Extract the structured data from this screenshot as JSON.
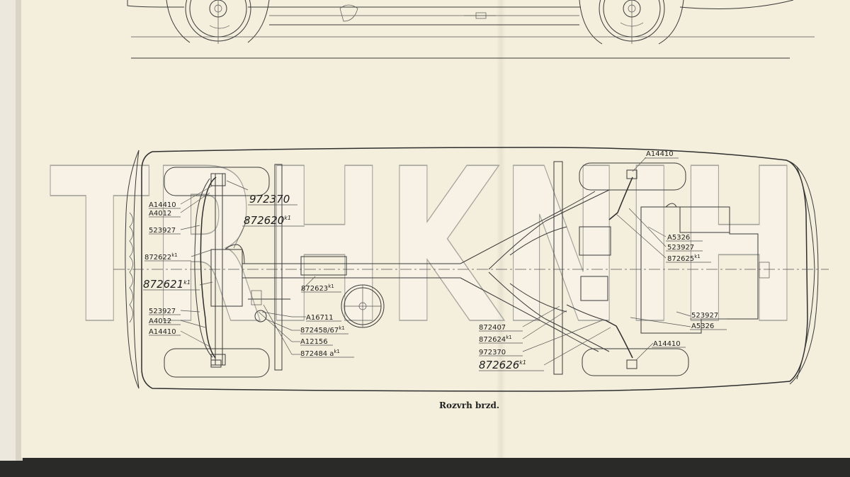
{
  "caption": "Rozvrh brzd.",
  "watermark": "TRHKNIH",
  "left_labels": {
    "l1": "A14410",
    "l2": "A4012",
    "l3": "523927",
    "l4": "872622",
    "l4_sup": "k1",
    "l5": "872621",
    "l5_sup": "k1",
    "l6": "523927",
    "l7": "A4012",
    "l8": "A14410"
  },
  "top_center_labels": {
    "t1": "972370",
    "t2": "872620",
    "t2_sup": "k1"
  },
  "center_labels": {
    "c1": "872623",
    "c1_sup": "k1",
    "c2": "A16711",
    "c3": "872458/67",
    "c3_sup": "k1",
    "c4": "A12156",
    "c5": "872484",
    "c5_suffix": "a",
    "c5_sup": "k1"
  },
  "right_bottom_labels": {
    "b1": "872407",
    "b2": "872624",
    "b2_sup": "k1",
    "b3": "972370",
    "b4": "872626",
    "b4_sup": "k1"
  },
  "right_labels": {
    "r1": "A14410",
    "r2": "A5326",
    "r3": "523927",
    "r4": "872625",
    "r4_sup": "k1",
    "r5": "523927",
    "r6": "A5326",
    "r7": "A14410"
  }
}
